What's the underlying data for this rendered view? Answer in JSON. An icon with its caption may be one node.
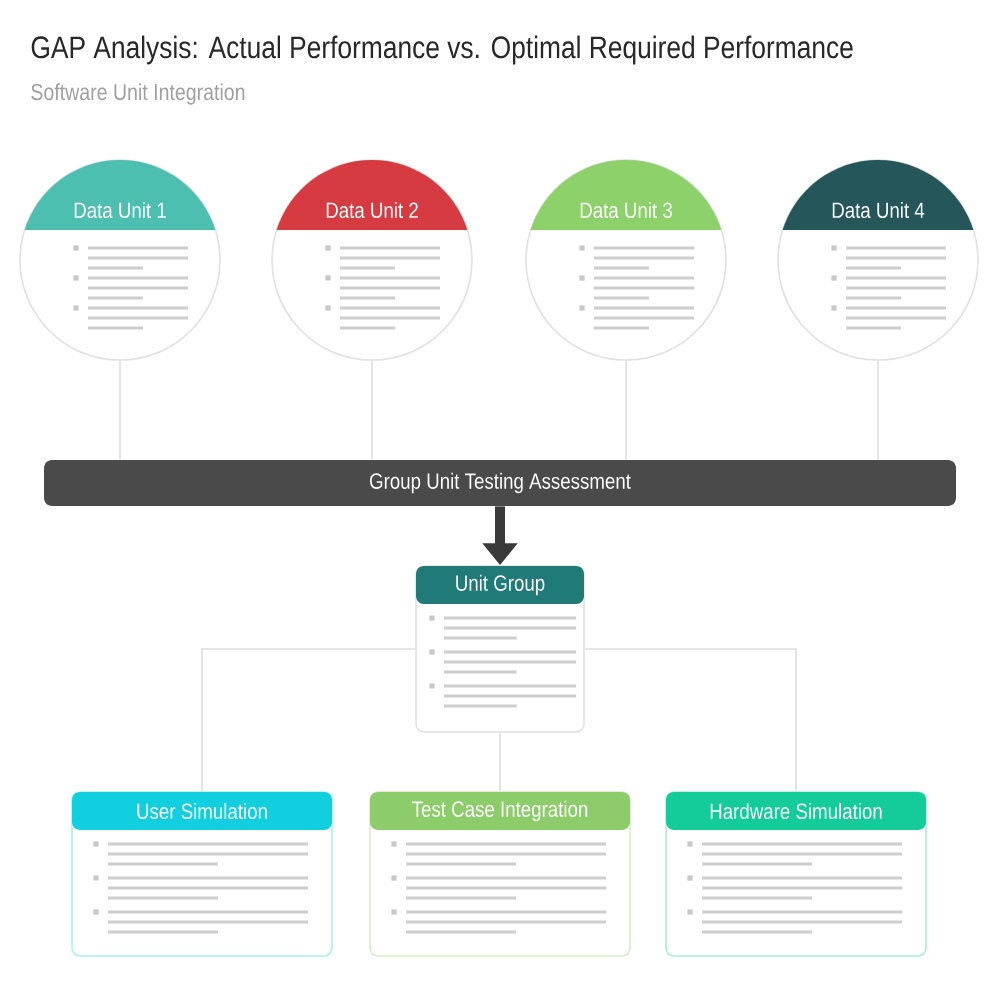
{
  "diagram": {
    "title": "GAP Analysis: Actual Performance vs. Optimal Required Performance",
    "nodes": [
      {
        "text": [
          "Data Unit 1"
        ]
      },
      {
        "text": [
          "Data Unit 2"
        ]
      },
      {
        "text": [
          "Data Unit 3"
        ]
      },
      {
        "text": [
          "Data Unit 4"
        ]
      },
      {
        "text": [
          "Group Unit Testing Assessment"
        ]
      },
      {
        "text": [
          "Unit Group"
        ]
      },
      {
        "text": [
          "User Simulation"
        ]
      },
      {
        "text": [
          "Test Case Integration"
        ]
      },
      {
        "text": [
          "Hardware Simulation"
        ]
      }
    ],
    "edges": [
      {
        "from": 0,
        "to": 4,
        "arrow": "none"
      },
      {
        "from": 1,
        "to": 4,
        "arrow": "none"
      },
      {
        "from": 2,
        "to": 4,
        "arrow": "none"
      },
      {
        "from": 3,
        "to": 4,
        "arrow": "none"
      },
      {
        "from": 4,
        "to": 5,
        "arrow": "to",
        "style": "thick",
        "color": "#3a3a3a"
      },
      {
        "from": 5,
        "to": 6,
        "arrow": "none"
      },
      {
        "from": 5,
        "to": 7,
        "arrow": "none"
      },
      {
        "from": 5,
        "to": 8,
        "arrow": "none"
      }
    ],
    "labels": [
      "Software Unit Integration"
    ]
  }
}
